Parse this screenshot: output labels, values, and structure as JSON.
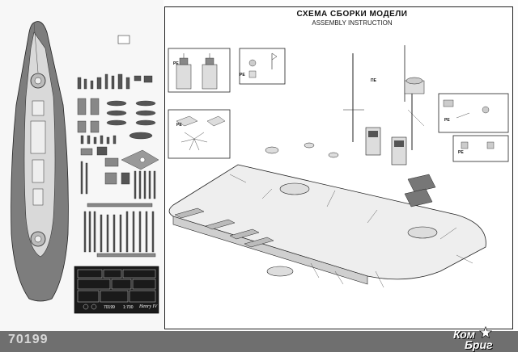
{
  "sheet": {
    "title": "СХЕМА СБОРКИ МОДЕЛИ",
    "subtitle": "ASSEMBLY INSTRUCTION",
    "product_code": "70199",
    "brand_line1": "Ком",
    "brand_line2": "Бриг"
  },
  "fret": {
    "code": "70199",
    "scale": "1:700",
    "name": "Henry IV"
  },
  "labels": {
    "pe": "PE",
    "pe_alt": "ПЕ"
  },
  "colors": {
    "hull": "#7d7d7d",
    "deck": "#d9d9d9",
    "ink": "#111111",
    "bar": "#6f6f6f"
  }
}
